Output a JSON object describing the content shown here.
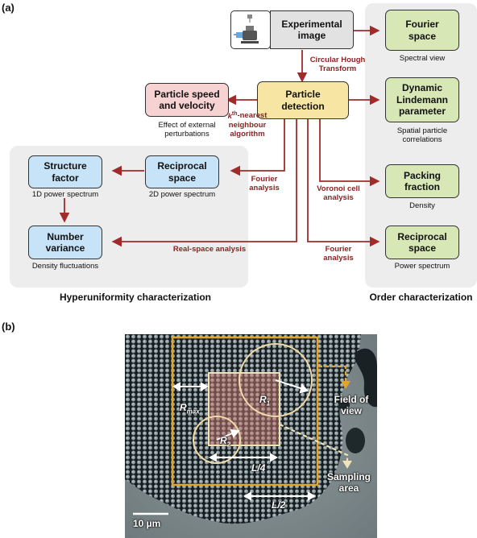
{
  "panel_a_label": "(a)",
  "panel_b_label": "(b)",
  "nodes": {
    "experimental_image": "Experimental\nimage",
    "fourier_space": "Fourier\nspace",
    "particle_detection": "Particle\ndetection",
    "particle_speed": "Particle speed\nand velocity",
    "dynamic_lindemann": "Dynamic\nLindemann\nparameter",
    "structure_factor": "Structure\nfactor",
    "reciprocal_space_2d": "Reciprocal\nspace",
    "packing_fraction": "Packing\nfraction",
    "number_variance": "Number\nvariance",
    "reciprocal_space_order": "Reciprocal\nspace"
  },
  "subtitles": {
    "spectral_view": "Spectral view",
    "effect_external": "Effect of external\nperturbations",
    "spatial_correlations": "Spatial particle\ncorrelations",
    "power_1d": "1D power spectrum",
    "power_2d": "2D power spectrum",
    "density": "Density",
    "density_fluctuations": "Density fluctuations",
    "power_spectrum": "Power spectrum"
  },
  "edge_labels": {
    "hough": "Circular Hough\nTransform",
    "knn_sup": "th",
    "knn_k": "k",
    "knn_rest": "-nearest\nneighbour\nalgorithm",
    "fourier1": "Fourier\nanalysis",
    "voronoi": "Voronoi cell\nanalysis",
    "real_space": "Real-space analysis",
    "fourier2": "Fourier\nanalysis"
  },
  "panel_titles": {
    "hyperuniformity": "Hyperuniformity characterization",
    "order": "Order characterization"
  },
  "micrograph": {
    "r_max": "R",
    "r_max_sub": "max",
    "r1": "R",
    "r1_sub": "1",
    "r2": "R",
    "r2_sub": "2",
    "l4": "L/4",
    "l2": "L/2",
    "field_of_view": "Field of\nview",
    "sampling_area": "Sampling\narea",
    "scale_bar": "10 µm"
  },
  "colors": {
    "arrow": "#a12b2b",
    "green": "#d7e7b6",
    "blue": "#c6e3f7",
    "pink": "#f6d2d2",
    "yellow": "#f7e6a3",
    "fov_orange": "#e4a427",
    "sampling": "#f1e3b8"
  }
}
